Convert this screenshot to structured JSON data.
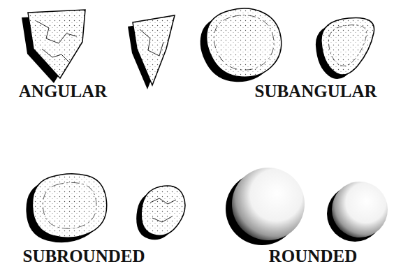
{
  "diagram": {
    "labels": [
      "ANGULAR",
      "SUBANGULAR",
      "SUBROUNDED",
      "ROUNDED"
    ]
  }
}
